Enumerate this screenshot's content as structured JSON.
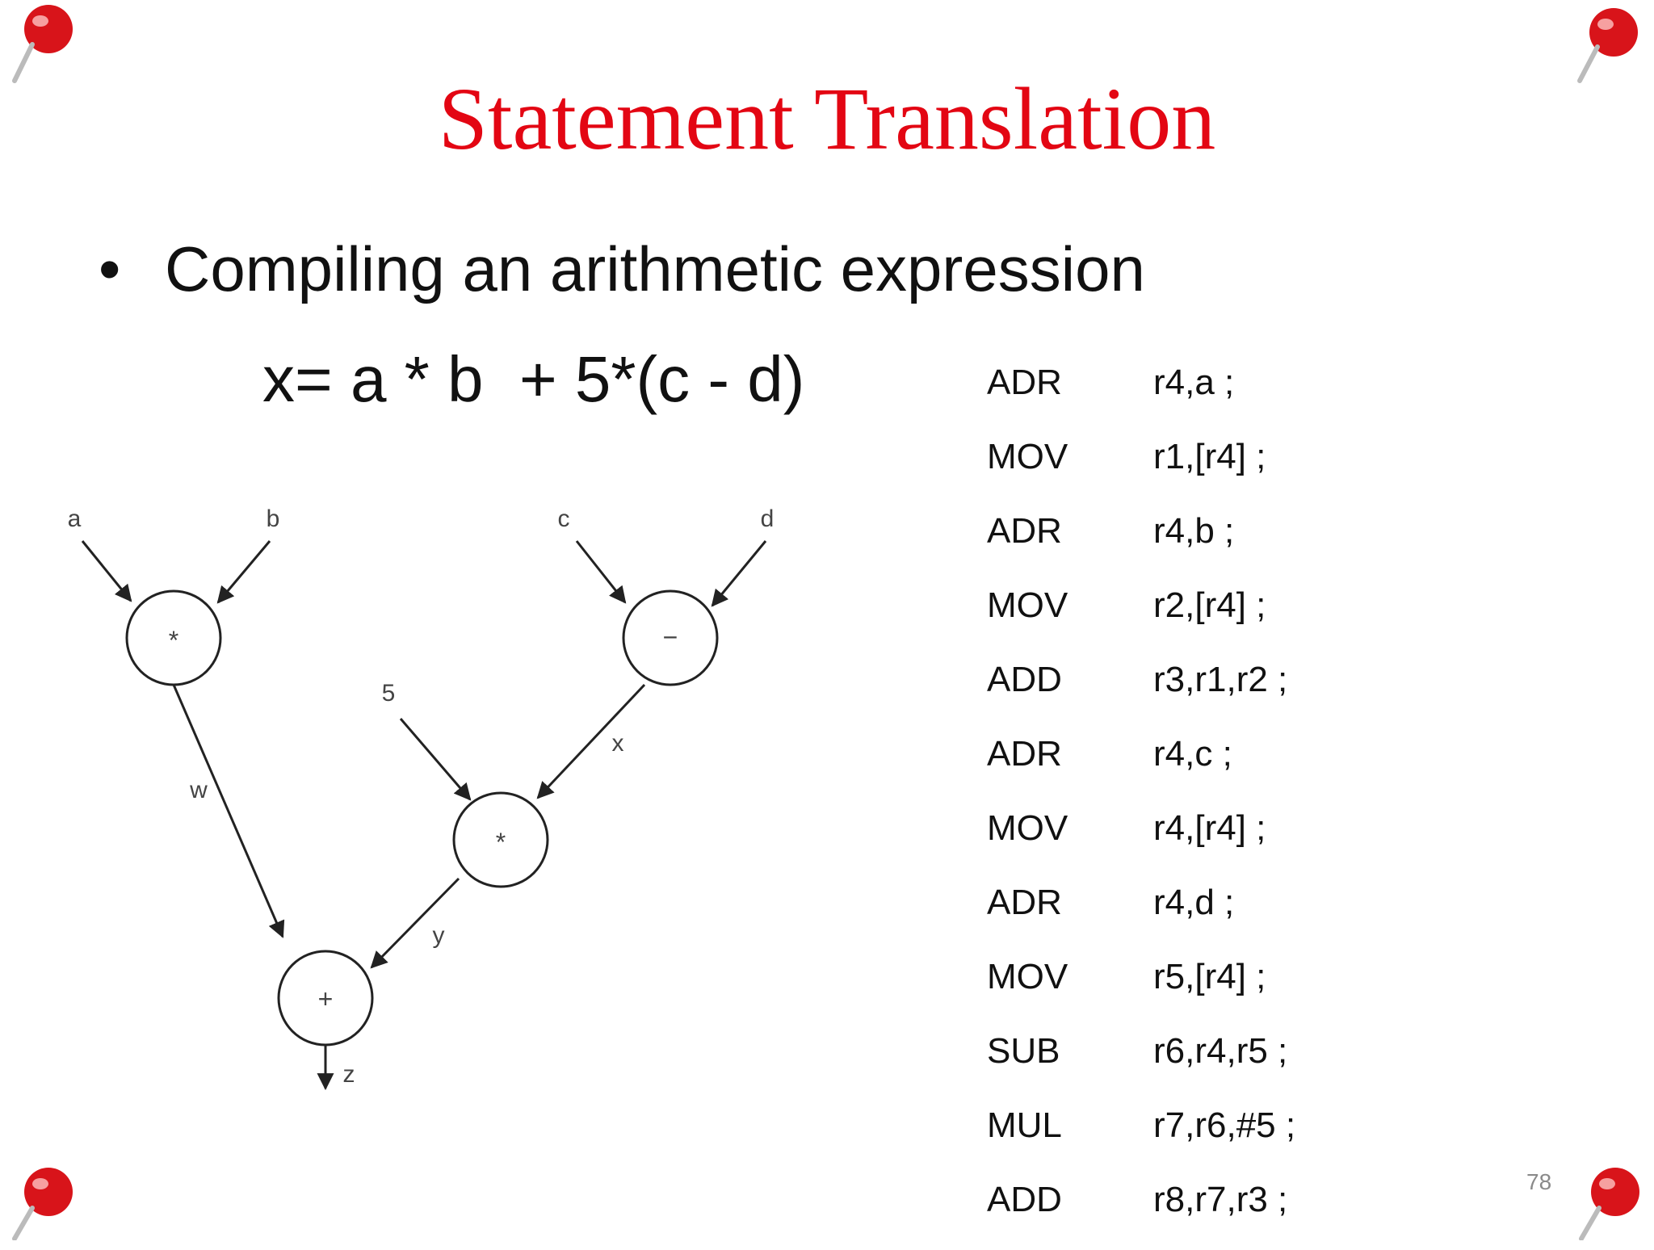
{
  "slide": {
    "title": "Statement Translation",
    "bullet": "Compiling an arithmetic expression",
    "expression": "x= a * b  + 5*(c - d)",
    "page_number": "78"
  },
  "diagram": {
    "inputs": [
      "a",
      "b",
      "c",
      "d",
      "5"
    ],
    "operators": {
      "mul_ab": "*",
      "minus_cd": "−",
      "mul_5x": "*",
      "plus": "+"
    },
    "edge_labels": [
      "w",
      "x",
      "y",
      "z"
    ]
  },
  "assembly": [
    {
      "op": "ADR",
      "args": "r4,a ;"
    },
    {
      "op": "MOV",
      "args": "r1,[r4] ;"
    },
    {
      "op": "ADR",
      "args": "r4,b ;"
    },
    {
      "op": "MOV",
      "args": "r2,[r4] ;"
    },
    {
      "op": "ADD",
      "args": "r3,r1,r2 ;"
    },
    {
      "op": "ADR",
      "args": "r4,c ;"
    },
    {
      "op": "MOV",
      "args": "r4,[r4] ;"
    },
    {
      "op": "ADR",
      "args": "r4,d ;"
    },
    {
      "op": "MOV",
      "args": "r5,[r4] ;"
    },
    {
      "op": "SUB",
      "args": "r6,r4,r5 ;"
    },
    {
      "op": "MUL",
      "args": "r7,r6,#5 ;"
    },
    {
      "op": "ADD",
      "args": "r8,r7,r3 ;"
    }
  ],
  "colors": {
    "title": "#e30613",
    "pin": "#d8141a",
    "text": "#111111",
    "diagram_stroke": "#222222"
  }
}
